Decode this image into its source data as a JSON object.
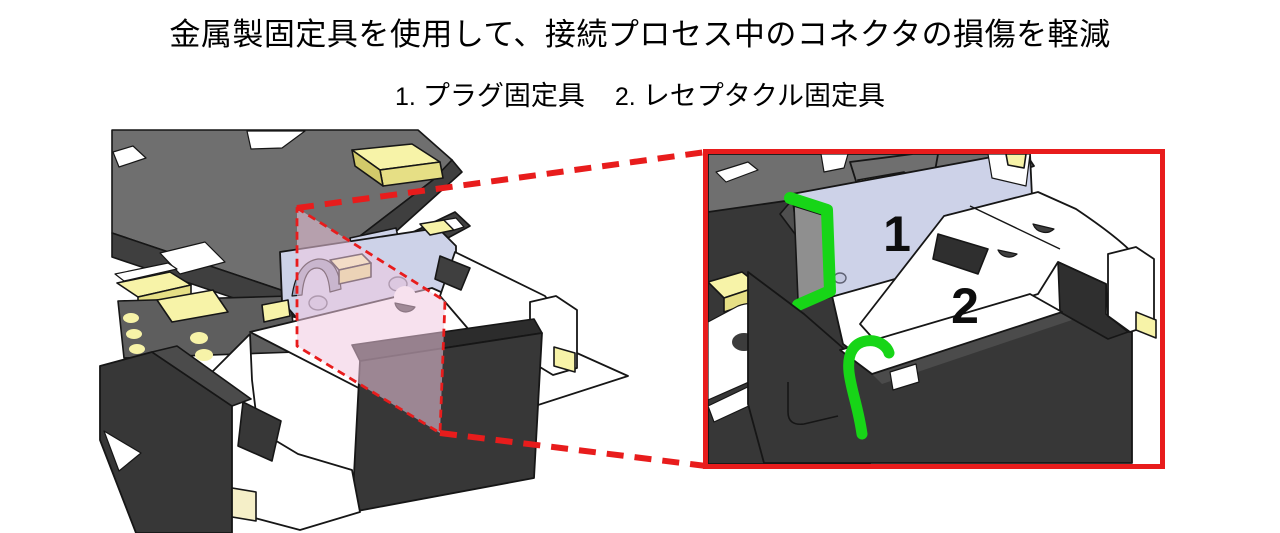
{
  "header": {
    "title": "金属製固定具を使用して、接続プロセス中のコネクタの損傷を軽減",
    "legend": [
      {
        "number": "1.",
        "label": "プラグ固定具"
      },
      {
        "number": "2.",
        "label": "レセプタクル固定具"
      }
    ]
  },
  "figure": {
    "callout_labels": {
      "plug_fixture": "1",
      "receptacle_fixture": "2"
    }
  },
  "colors": {
    "callout_red": "#e81c1c",
    "fixture_green": "#17d517",
    "plug_lavender": "#cdd2e8",
    "pad_yellow": "#f7f3a8",
    "pad_yellow_shade": "#e6df85",
    "pad_yellow_dark": "#d2ca6a",
    "board_gray": "#6f6f6f",
    "board_gray_dark": "#3f3f3f",
    "housing_dark": "#373737",
    "metal_white": "#ffffff",
    "section_pink": "#f0c9e0",
    "outline_ink": "#161616",
    "text_black": "#000000"
  }
}
